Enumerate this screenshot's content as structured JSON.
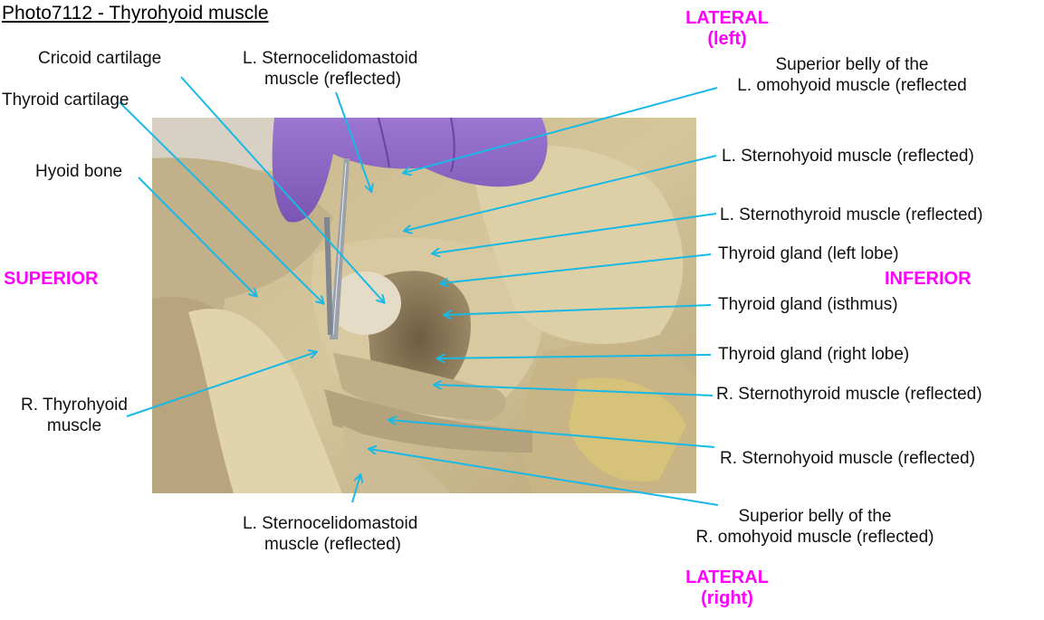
{
  "title": "Photo7112 - Thyrohyoid muscle",
  "orientation": {
    "lateral_left": {
      "line1": "LATERAL",
      "line2": "(left)"
    },
    "lateral_right": {
      "line1": "LATERAL",
      "line2": "(right)"
    },
    "superior": "SUPERIOR",
    "inferior": "INFERIOR"
  },
  "labels": {
    "cricoid_cartilage": "Cricoid cartilage",
    "l_scm_top": {
      "line1": "L. Sternocelidomastoid",
      "line2": "muscle (reflected)"
    },
    "thyroid_cartilage": "Thyroid cartilage",
    "hyoid_bone": "Hyoid bone",
    "r_thyrohyoid": {
      "line1": "R. Thyrohyoid",
      "line2": "muscle"
    },
    "l_scm_bottom": {
      "line1": "L. Sternocelidomastoid",
      "line2": "muscle (reflected)"
    },
    "l_omohyoid": {
      "line1": "Superior belly of the",
      "line2": "L. omohyoid muscle (reflected"
    },
    "l_sternohyoid": "L. Sternohyoid muscle (reflected)",
    "l_sternothyroid": "L. Sternothyroid muscle (reflected)",
    "thyroid_left_lobe": "Thyroid gland (left lobe)",
    "thyroid_isthmus": "Thyroid gland (isthmus)",
    "thyroid_right_lobe": "Thyroid gland (right lobe)",
    "r_sternothyroid": "R. Sternothyroid muscle (reflected)",
    "r_sternohyoid": "R. Sternohyoid muscle (reflected)",
    "r_omohyoid": {
      "line1": "Superior belly of the",
      "line2": "R. omohyoid muscle (reflected)"
    }
  },
  "colors": {
    "leader_line": "#19b9e6",
    "orientation_text": "#ff00ff",
    "glove": "#8a62c2",
    "tissue": "#cdbb8f"
  }
}
